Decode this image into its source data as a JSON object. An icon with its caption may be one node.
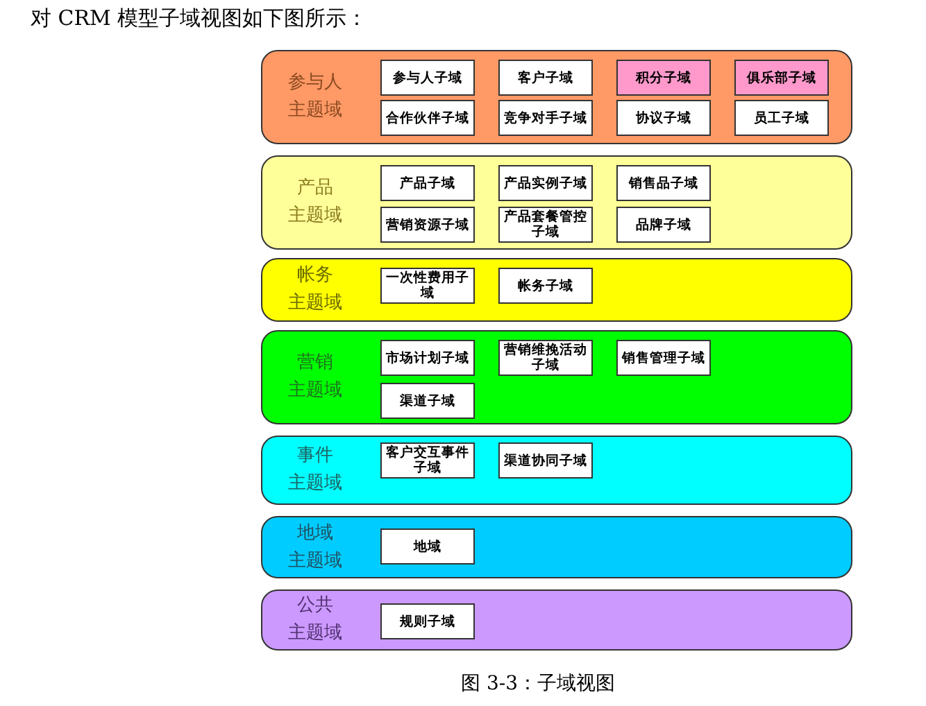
{
  "diagram": {
    "caption": "图 3-3：子域视图",
    "nodes": [
      {
        "text": [
          "参与人主题域"
        ]
      },
      {
        "text": [
          "参与人子域"
        ],
        "in": 0
      },
      {
        "text": [
          "客户子域"
        ],
        "in": 0
      },
      {
        "text": [
          "积分子域"
        ],
        "in": 0
      },
      {
        "text": [
          "俱乐部子域"
        ],
        "in": 0
      },
      {
        "text": [
          "合作伙伴子域"
        ],
        "in": 0
      },
      {
        "text": [
          "竞争对手子域"
        ],
        "in": 0
      },
      {
        "text": [
          "协议子域"
        ],
        "in": 0
      },
      {
        "text": [
          "员工子域"
        ],
        "in": 0
      },
      {
        "text": [
          "产品主题域"
        ]
      },
      {
        "text": [
          "产品子域"
        ],
        "in": 9
      },
      {
        "text": [
          "产品实例子域"
        ],
        "in": 9
      },
      {
        "text": [
          "销售品子域"
        ],
        "in": 9
      },
      {
        "text": [
          "营销资源子域"
        ],
        "in": 9
      },
      {
        "text": [
          "产品套餐管控子域"
        ],
        "in": 9
      },
      {
        "text": [
          "品牌子域"
        ],
        "in": 9
      },
      {
        "text": [
          "帐务主题域"
        ]
      },
      {
        "text": [
          "一次性费用子域"
        ],
        "in": 16
      },
      {
        "text": [
          "帐务子域"
        ],
        "in": 16
      },
      {
        "text": [
          "营销主题域"
        ]
      },
      {
        "text": [
          "市场计划子域"
        ],
        "in": 19
      },
      {
        "text": [
          "营销维挽活动子域"
        ],
        "in": 19
      },
      {
        "text": [
          "销售管理子域"
        ],
        "in": 19
      },
      {
        "text": [
          "渠道子域"
        ],
        "in": 19
      },
      {
        "text": [
          "事件主题域"
        ]
      },
      {
        "text": [
          "客户交互事件子域"
        ],
        "in": 24
      },
      {
        "text": [
          "渠道协同子域"
        ],
        "in": 24
      },
      {
        "text": [
          "地域主题域"
        ]
      },
      {
        "text": [
          "地域"
        ],
        "in": 27
      },
      {
        "text": [
          "公共主题域"
        ]
      },
      {
        "text": [
          "规则子域"
        ],
        "in": 29
      }
    ],
    "labels": [
      "对 CRM 模型子域视图如下图所示："
    ]
  }
}
